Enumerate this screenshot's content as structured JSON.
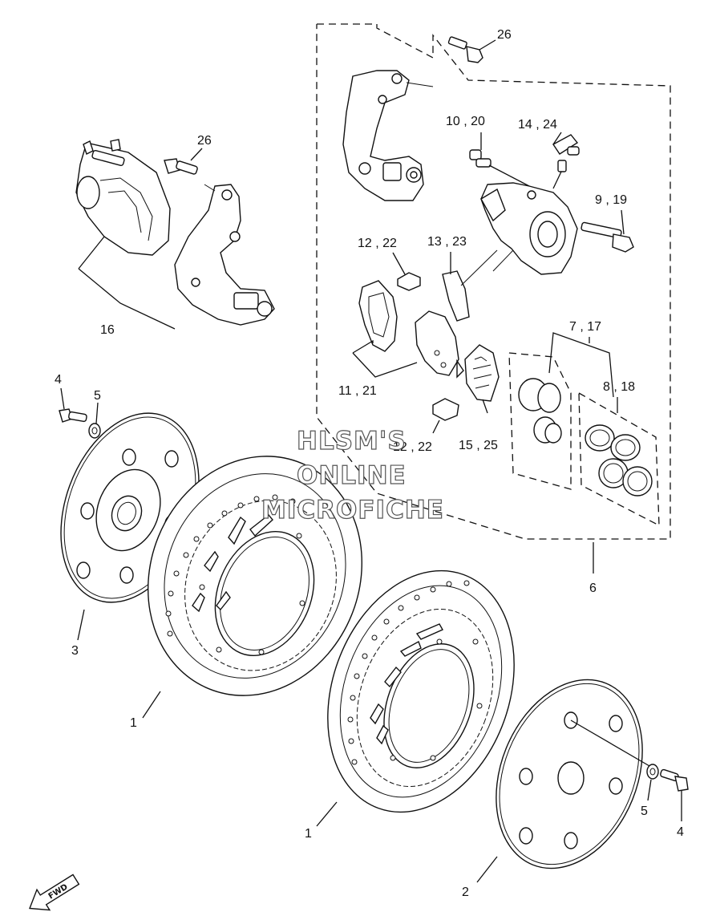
{
  "diagram": {
    "callouts": {
      "c26_top": "26",
      "c26_left": "26",
      "c10_20": "10 , 20",
      "c14_24": "14 , 24",
      "c9_19": "9 , 19",
      "c12_22_top": "12 , 22",
      "c13_23": "13 , 23",
      "c7_17": "7 , 17",
      "c8_18": "8 , 18",
      "c16": "16",
      "c11_21": "11 , 21",
      "c15_25": "15 , 25",
      "c12_22_bottom": "12 , 22",
      "c4_left": "4",
      "c5_left": "5",
      "c6": "6",
      "c3": "3",
      "c1_upper": "1",
      "c1_lower": "1",
      "c5_right": "5",
      "c4_right": "4",
      "c2": "2"
    },
    "watermark": {
      "line1": "HLSM'S",
      "line2": "ONLINE",
      "line3": "MICROFICHE"
    },
    "fwd_label": "FWD"
  }
}
